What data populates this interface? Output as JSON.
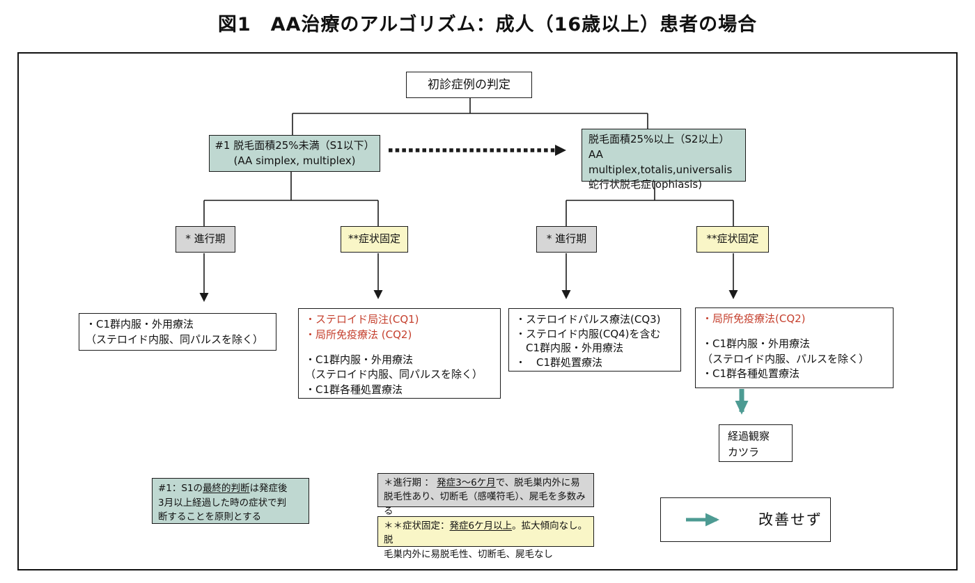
{
  "title": "図1　AA治療のアルゴリズム：成人（16歳以上）患者の場合",
  "colors": {
    "teal_fill": "#bfd8d1",
    "gray_fill": "#d6d6d6",
    "yellow_fill": "#f9f6c7",
    "red_text": "#c5402e",
    "teal_arrow": "#4d9b93",
    "line": "#1a1a1a"
  },
  "nodes": {
    "root": {
      "label": "初診症例の判定"
    },
    "condition_left": {
      "line1": "#1 脱毛面積25%未満（S1以下）",
      "line2": "(AA simplex, multiplex)"
    },
    "condition_right": {
      "line1": "脱毛面積25%以上（S2以上）",
      "line2": "AA multiplex,totalis,universalis",
      "line3": "蛇行状脱毛症(ophiasis)"
    },
    "stage_left_progressive": {
      "label": "* 進行期"
    },
    "stage_left_fixed": {
      "label": "**症状固定"
    },
    "stage_right_progressive": {
      "label": "* 進行期"
    },
    "stage_right_fixed": {
      "label": "**症状固定"
    },
    "treatment_left_progressive": {
      "lines": [
        "・C1群内服・外用療法",
        "（ステロイド内服、同パルスを除く）"
      ]
    },
    "treatment_left_fixed": {
      "red_lines": [
        "・ステロイド局注(CQ1)",
        "・局所免疫療法 (CQ2)"
      ],
      "black_lines": [
        "・C1群内服・外用療法",
        "（ステロイド内服、同パルスを除く）",
        "・C1群各種処置療法"
      ]
    },
    "treatment_right_progressive": {
      "lines": [
        "・ステロイドパルス療法(CQ3)",
        "・ステロイド内服(CQ4)を含む",
        "　C1群内服・外用療法",
        "・　C1群処置療法"
      ]
    },
    "treatment_right_fixed": {
      "red_lines": [
        "・局所免疫療法(CQ2)"
      ],
      "black_lines": [
        "・C1群内服・外用療法",
        "（ステロイド内服、パルスを除く）",
        "・C1群各種処置療法"
      ]
    },
    "observation": {
      "line1": "経過観察",
      "line2": "カツラ"
    }
  },
  "notes": {
    "s1": {
      "line1_pre": "#1：S1の",
      "line1_underline": "最終的判断",
      "line1_post": "は発症後",
      "line2": "3月以上経過した時の症状で判",
      "line3": "断することを原則とする"
    },
    "progressive": {
      "line1_pre": "＊進行期 ： ",
      "line1_underline": "発症3～6ケ月",
      "line1_post": "で、脱毛巣内外に易",
      "line2": "脱毛性あり、切断毛（感嘆符毛）、屍毛を多数みる"
    },
    "fixed": {
      "line1_pre": "＊＊症状固定：",
      "line1_underline": "発症6ケ月以上",
      "line1_post": "。拡大傾向なし。脱",
      "line2": "毛巣内外に易脱毛性、切断毛、屍毛なし"
    }
  },
  "legend": {
    "label": "改善せず"
  }
}
